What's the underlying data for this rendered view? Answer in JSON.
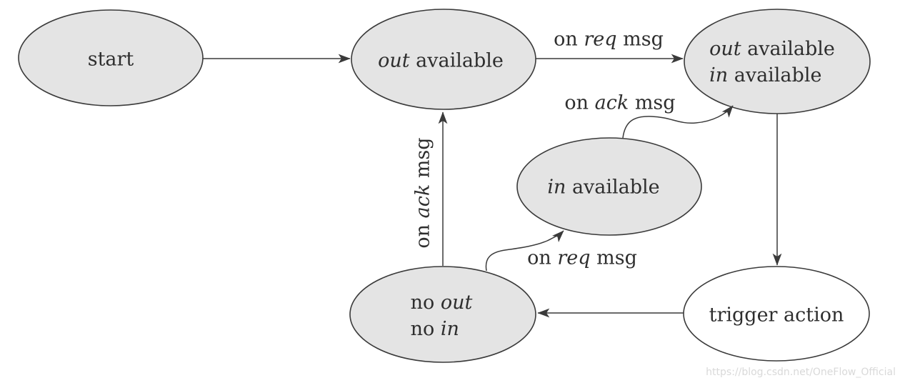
{
  "colors": {
    "state_fill": "#e4e4e4",
    "state_fill_white": "#ffffff",
    "stroke": "#3a3a3a",
    "text": "#2e2e2e",
    "watermark": "#d9d9d9"
  },
  "states": {
    "start": {
      "text": "start"
    },
    "out_available": {
      "word": "out",
      "rest": " available"
    },
    "out_in_available": {
      "l1_word": "out",
      "l1_rest": " available",
      "l2_word": "in",
      "l2_rest": " available"
    },
    "in_available": {
      "word": "in",
      "rest": " available"
    },
    "no_out_no_in": {
      "l1_pre": "no ",
      "l1_word": "out",
      "l2_pre": "no ",
      "l2_word": "in"
    },
    "trigger_action": {
      "text": "trigger action"
    }
  },
  "transitions": {
    "req_top": {
      "pre": "on ",
      "keyword": "req",
      "post": " msg"
    },
    "ack_vertical": {
      "pre": "on ",
      "keyword": "ack",
      "post": " msg"
    },
    "ack_curve": {
      "pre": "on ",
      "keyword": "ack",
      "post": " msg"
    },
    "req_curve": {
      "pre": "on ",
      "keyword": "req",
      "post": " msg"
    }
  },
  "watermark": {
    "text": "https://blog.csdn.net/OneFlow_Official"
  }
}
